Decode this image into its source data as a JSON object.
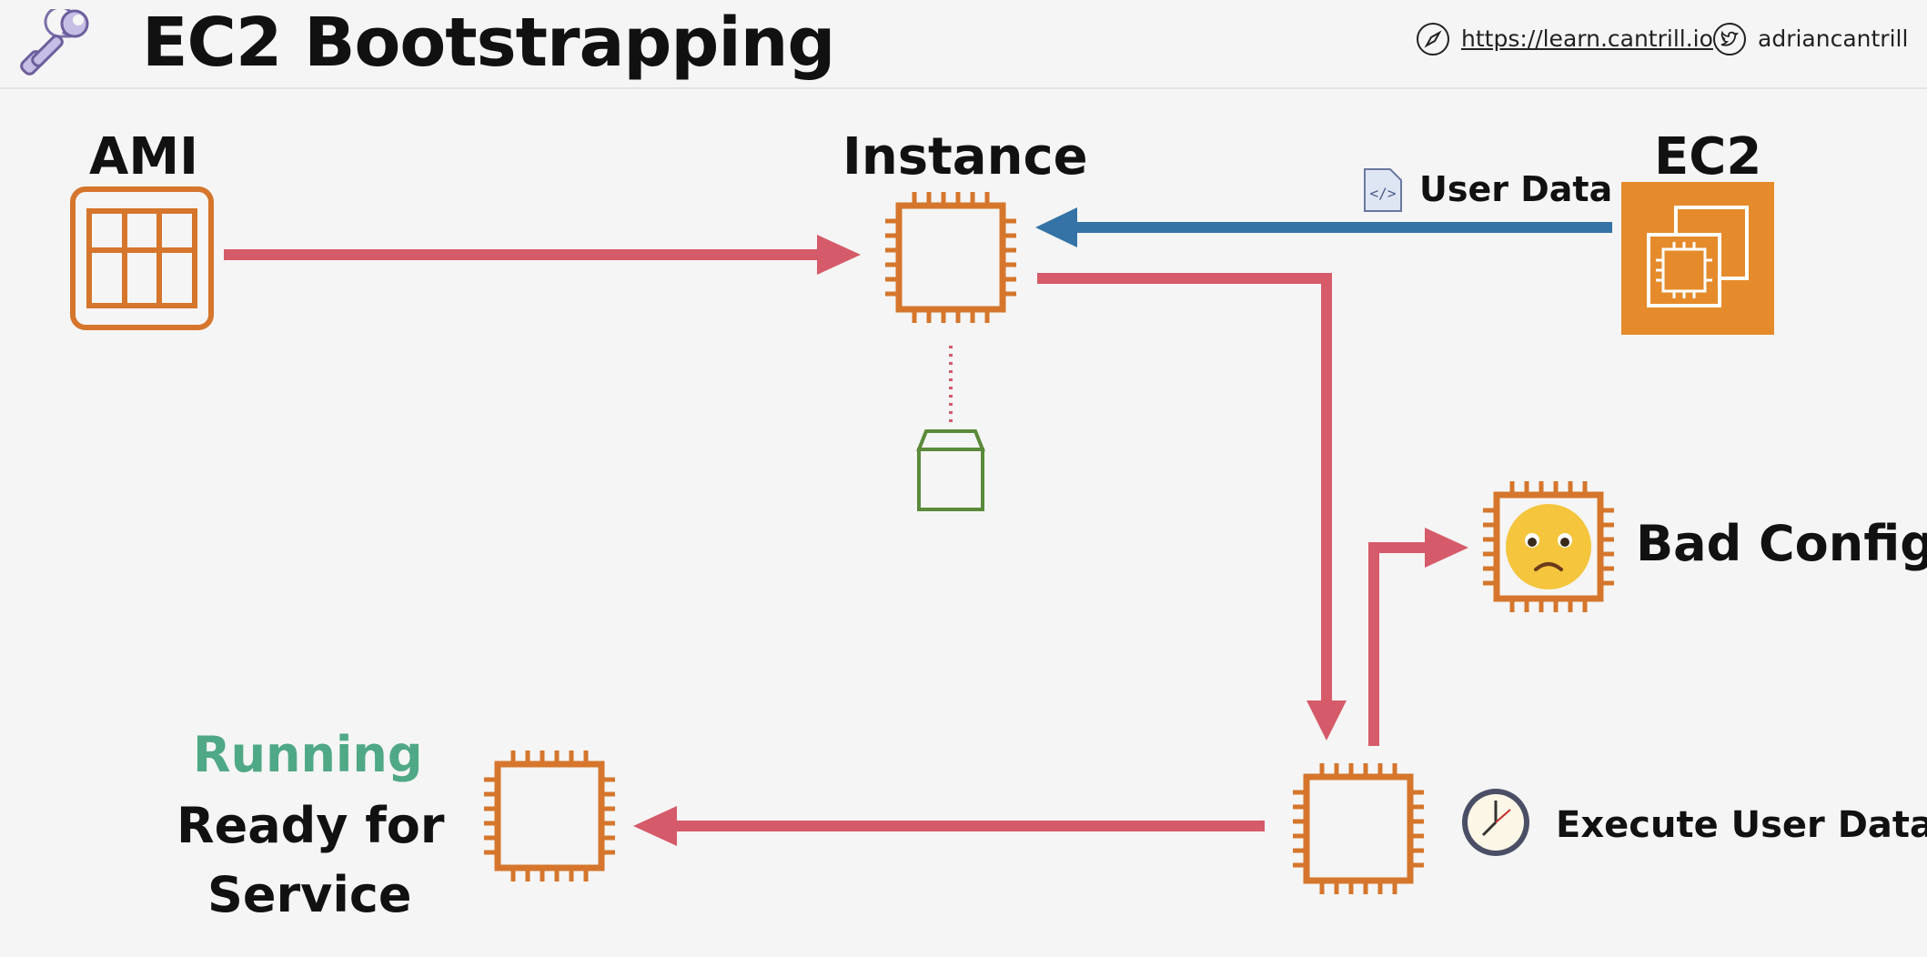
{
  "header": {
    "title": "EC2 Bootstrapping",
    "website": "https://learn.cantrill.io",
    "twitter": "adriancantrill",
    "icons": [
      "wrench-icon",
      "compass-icon",
      "twitter-icon"
    ]
  },
  "labels": {
    "ami": "AMI",
    "instance": "Instance",
    "ec2": "EC2",
    "user_data": "User Data",
    "bad_config": "Bad Config",
    "execute_user_data": "Execute User Data",
    "running": "Running",
    "ready_line1": "Ready for",
    "ready_line2": "Service"
  },
  "colors": {
    "background": "#f5f5f5",
    "arrow_red": "#d65b6a",
    "arrow_blue": "#3573a6",
    "chip_orange": "#d5762c",
    "ec2_orange": "#e58b2c",
    "volume_green": "#5a8a3a",
    "running_green": "#4fa886"
  }
}
